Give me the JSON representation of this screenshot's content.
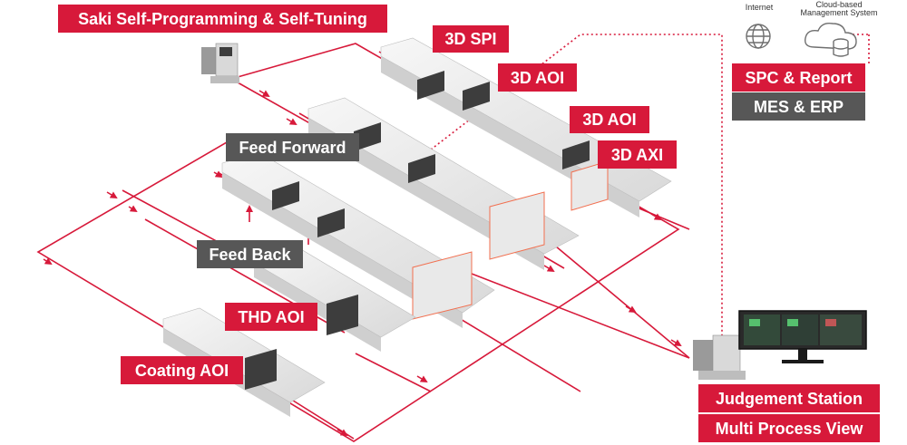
{
  "title": "Saki Self-Programming & Self-Tuning",
  "machines": {
    "spi_3d": "3D SPI",
    "aoi_3d_top": "3D AOI",
    "aoi_3d_mid": "3D AOI",
    "axi_3d": "3D AXI",
    "thd_aoi": "THD AOI",
    "coating_aoi": "Coating AOI"
  },
  "feedback": {
    "feed_forward": "Feed Forward",
    "feed_back": "Feed Back"
  },
  "systems": {
    "internet": "Internet",
    "cloud_line1": "Cloud-based",
    "cloud_line2": "Management System",
    "spc_report": "SPC & Report",
    "mes_erp": "MES & ERP"
  },
  "station": {
    "judgement": "Judgement Station",
    "multi_process": "Multi Process View"
  },
  "colors": {
    "accent_red": "#d7193a",
    "label_gray": "#575757",
    "machine_light": "#e9e9e9",
    "machine_dark": "#3d3d3d"
  }
}
